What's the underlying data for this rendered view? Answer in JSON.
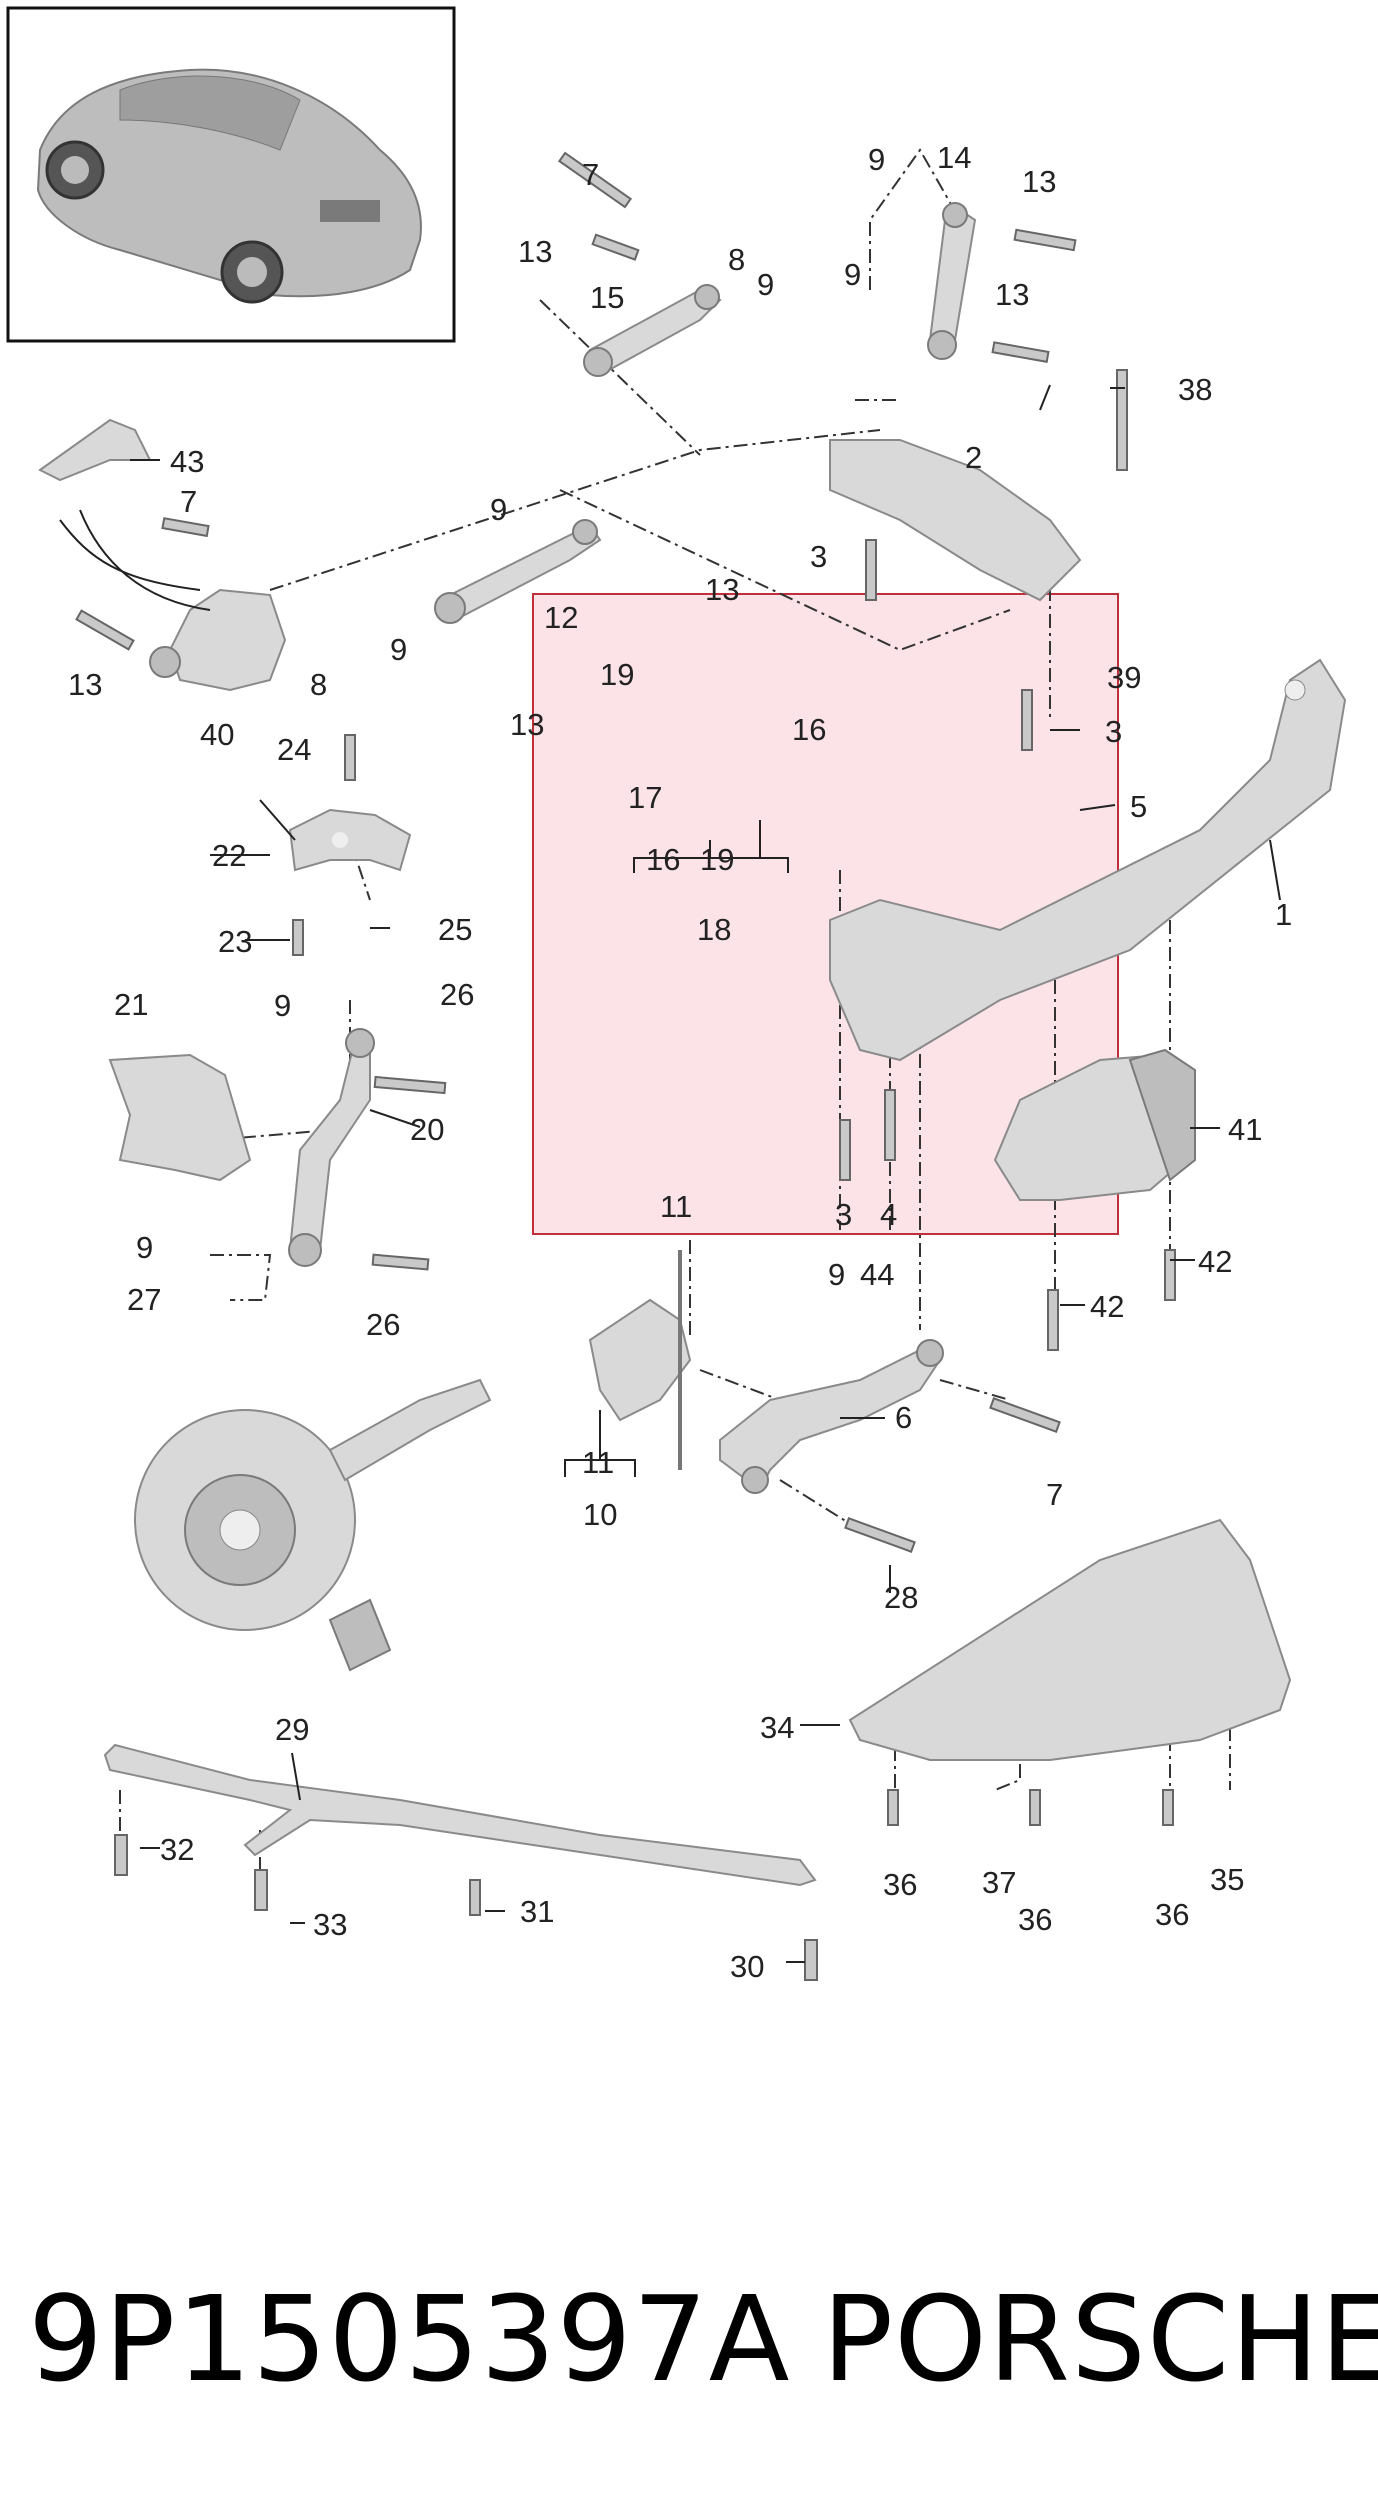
{
  "part_number": "9P1505397A",
  "brand": "PORSCHE",
  "highlight_color": "#f9d9e0",
  "highlight_border_color": "#c0303a",
  "callouts": {
    "c1": "1",
    "c2": "2",
    "c3a": "3",
    "c3b": "3",
    "c3c": "3",
    "c4": "4",
    "c5": "5",
    "c6": "6",
    "c7a": "7",
    "c7b": "7",
    "c7c": "7",
    "c8a": "8",
    "c8b": "8",
    "c9a": "9",
    "c9b": "9",
    "c9c": "9",
    "c9d": "9",
    "c9e": "9",
    "c9f": "9",
    "c9g": "9",
    "c9h": "9",
    "c10": "10",
    "c11a": "11",
    "c11b": "11",
    "c12": "12",
    "c13a": "13",
    "c13b": "13",
    "c13c": "13",
    "c13d": "13",
    "c13e": "13",
    "c13f": "13",
    "c14": "14",
    "c15": "15",
    "c16a": "16",
    "c16b": "16",
    "c17": "17",
    "c18": "18",
    "c19a": "19",
    "c19b": "19",
    "c20": "20",
    "c21": "21",
    "c22": "22",
    "c23": "23",
    "c24": "24",
    "c25": "25",
    "c26a": "26",
    "c26b": "26",
    "c27": "27",
    "c28": "28",
    "c29": "29",
    "c30": "30",
    "c31": "31",
    "c32": "32",
    "c33": "33",
    "c34": "34",
    "c35": "35",
    "c36a": "36",
    "c36b": "36",
    "c36c": "36",
    "c37": "37",
    "c38": "38",
    "c39": "39",
    "c40": "40",
    "c41": "41",
    "c42a": "42",
    "c42b": "42",
    "c43": "43",
    "c44": "44"
  }
}
